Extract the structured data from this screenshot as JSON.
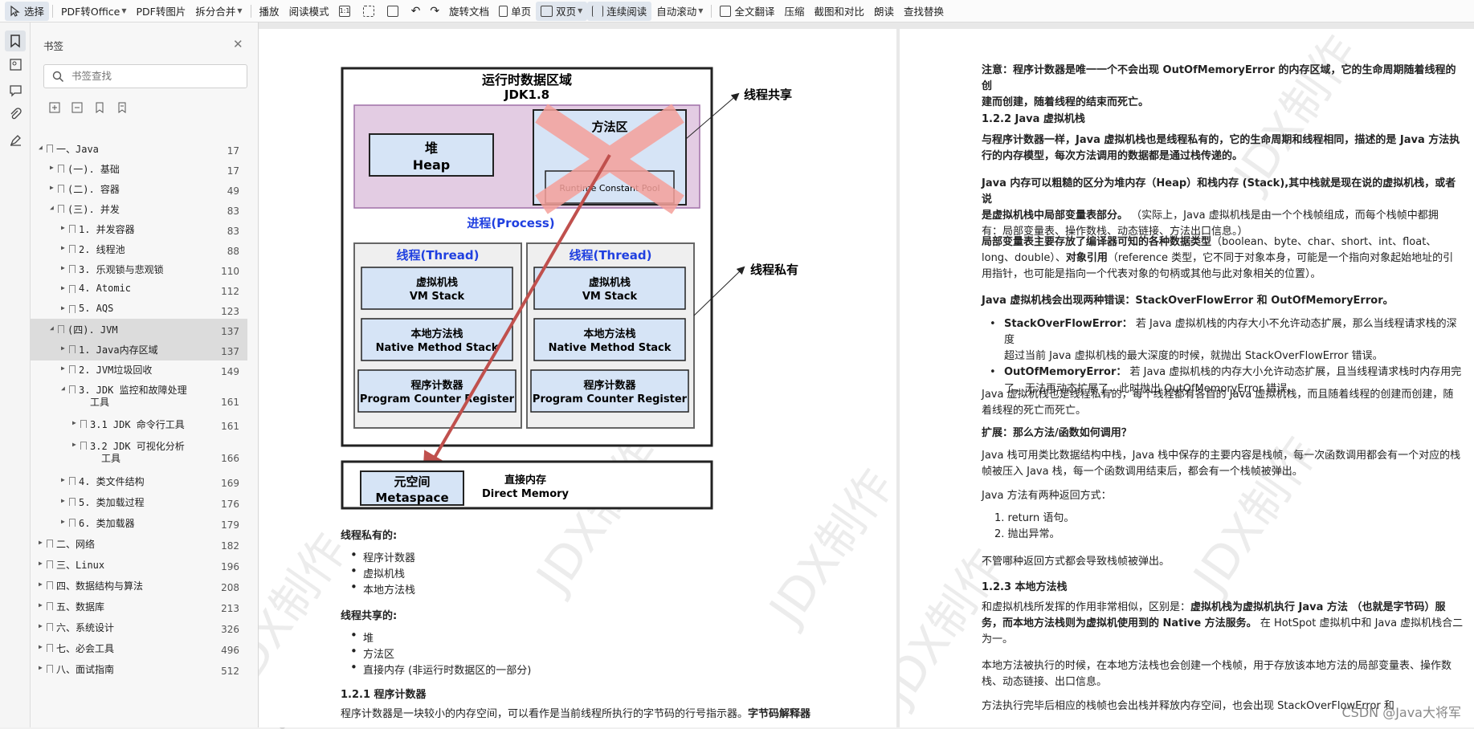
{
  "toolbar": {
    "items": [
      "选择",
      "PDF转Office",
      "PDF转图片",
      "拆分合并",
      "播放",
      "阅读模式",
      "旋转文档",
      "单页",
      "双页",
      "连续阅读",
      "自动滚动",
      "全文翻译",
      "压缩",
      "截图和对比",
      "朗读",
      "查找替换"
    ]
  },
  "panel": {
    "title": "书签",
    "search_placeholder": "书签查找"
  },
  "bookmarks": [
    {
      "label": "一、Java",
      "page": "17"
    },
    {
      "label": "(一). 基础",
      "page": "17"
    },
    {
      "label": "(二). 容器",
      "page": "49"
    },
    {
      "label": "(三). 并发",
      "page": "83"
    },
    {
      "label": "1. 并发容器",
      "page": "83"
    },
    {
      "label": "2. 线程池",
      "page": "88"
    },
    {
      "label": "3. 乐观锁与悲观锁",
      "page": "110"
    },
    {
      "label": "4. Atomic",
      "page": "112"
    },
    {
      "label": "5. AQS",
      "page": "123"
    },
    {
      "label": "(四). JVM",
      "page": "137"
    },
    {
      "label": "1. Java内存区域",
      "page": "137"
    },
    {
      "label": "2. JVM垃圾回收",
      "page": "149"
    },
    {
      "label": "3. JDK 监控和故障处理",
      "label2": "工具",
      "page": "161"
    },
    {
      "label": "3.1 JDK 命令行工具",
      "page": "161"
    },
    {
      "label": "3.2 JDK 可视化分析",
      "label2": "工具",
      "page": "166"
    },
    {
      "label": "4. 类文件结构",
      "page": "169"
    },
    {
      "label": "5. 类加载过程",
      "page": "176"
    },
    {
      "label": "6. 类加载器",
      "page": "179"
    },
    {
      "label": "二、网络",
      "page": "182"
    },
    {
      "label": "三、Linux",
      "page": "196"
    },
    {
      "label": "四、数据结构与算法",
      "page": "208"
    },
    {
      "label": "五、数据库",
      "page": "213"
    },
    {
      "label": "六、系统设计",
      "page": "326"
    },
    {
      "label": "七、必会工具",
      "page": "496"
    },
    {
      "label": "八、面试指南",
      "page": "512"
    }
  ],
  "diagram": {
    "title": "运行时数据区域",
    "subtitle": "JDK1.8",
    "heap_cn": "堆",
    "heap_en": "Heap",
    "method_area": "方法区",
    "rcp": "Runtime Constant Pool",
    "process": "进程(Process)",
    "thread": "线程(Thread)",
    "vm_stack_cn": "虚拟机栈",
    "vm_stack_en": "VM Stack",
    "native_cn": "本地方法栈",
    "native_en": "Native Method Stack",
    "pc_cn": "程序计数器",
    "pc_en": "Program Counter Register",
    "shared": "线程共享",
    "private": "线程私有",
    "meta_cn": "元空间",
    "meta_en": "Metaspace",
    "direct_cn": "直接内存",
    "direct_en": "Direct Memory"
  },
  "left_text": {
    "private_title": "线程私有的:",
    "private_items": [
      "程序计数器",
      "虚拟机栈",
      "本地方法栈"
    ],
    "shared_title": "线程共享的:",
    "shared_items": [
      "堆",
      "方法区",
      "直接内存 (非运行时数据区的一部分)"
    ],
    "h_121": "1.2.1 程序计数器",
    "p_121": "程序计数器是一块较小的内存空间，可以看作是当前线程所执行的字节码的行号指示器。",
    "p_121b": "字节码解释器"
  },
  "right_text": {
    "note1": "注意：程序计数器是唯一一个不会出现 OutOfMemoryError 的内存区域，它的生命周期随着线程的创",
    "note2": "建而创建，随着线程的结束而死亡。",
    "h_122": "1.2.2 Java 虚拟机栈",
    "p1a": "与程序计数器一样，Java 虚拟机栈也是线程私有的，它的生命周期和线程相同，描述的是 Java 方法执",
    "p1b": "行的内存模型，每次方法调用的数据都是通过栈传递的。",
    "p2a": "Java 内存可以粗糙的区分为堆内存（Heap）和栈内存 (Stack),其中栈就是现在说的虚拟机栈，或者说",
    "p2b": "是虚拟机栈中局部变量表部分。",
    "p2c": "（实际上，Java 虚拟机栈是由一个个栈帧组成，而每个栈帧中都拥",
    "p2d": "有：局部变量表、操作数栈、动态链接、方法出口信息。）",
    "p3a": "局部变量表主要存放了编译器可知的各种数据类型",
    "p3b": "（boolean、byte、char、short、int、float、",
    "p3c": "long、double）、",
    "p3d": "对象引用",
    "p3e": "（reference 类型，它不同于对象本身，可能是一个指向对象起始地址的引",
    "p3f": "用指针，也可能是指向一个代表对象的句柄或其他与此对象相关的位置）。",
    "p4": "Java 虚拟机栈会出现两种错误：StackOverFlowError 和 OutOfMemoryError。",
    "li1a": "StackOverFlowError：",
    "li1b": "若 Java 虚拟机栈的内存大小不允许动态扩展，那么当线程请求栈的深度",
    "li1c": "超过当前 Java 虚拟机栈的最大深度的时候，就抛出 StackOverFlowError 错误。",
    "li2a": "OutOfMemoryError：",
    "li2b": "若 Java 虚拟机栈的内存大小允许动态扩展，且当线程请求栈时内存用完",
    "li2c": "了，无法再动态扩展了，此时抛出 OutOfMemoryError 错误。",
    "p5a": "Java 虚拟机栈也是线程私有的，每个线程都有各自的 Java 虚拟机栈，而且随着线程的创建而创建，随",
    "p5b": "着线程的死亡而死亡。",
    "p6": "扩展：那么方法/函数如何调用？",
    "p7a": "Java 栈可用类比数据结构中栈，Java 栈中保存的主要内容是栈帧，每一次函数调用都会有一个对应的栈",
    "p7b": "帧被压入 Java 栈，每一个函数调用结束后，都会有一个栈帧被弹出。",
    "p8": "Java 方法有两种返回方式：",
    "ol1": "1. return 语句。",
    "ol2": "2. 抛出异常。",
    "p9": "不管哪种返回方式都会导致栈帧被弹出。",
    "h_123": "1.2.3 本地方法栈",
    "p10a": "和虚拟机栈所发挥的作用非常相似，区别是：",
    "p10b": "虚拟机栈为虚拟机执行 Java 方法 （也就是字节码）服",
    "p10c": "务，而本地方法栈则为虚拟机使用到的 Native 方法服务。",
    "p10d": "在 HotSpot 虚拟机中和 Java 虚拟机栈合二",
    "p10e": "为一。",
    "p11a": "本地方法被执行的时候，在本地方法栈也会创建一个栈帧，用于存放该本地方法的局部变量表、操作数",
    "p11b": "栈、动态链接、出口信息。",
    "p12": "方法执行完毕后相应的栈帧也会出栈并释放内存空间，也会出现 StackOverFlowError 和"
  },
  "watermark": "JDX制作",
  "credit": "CSDN @Java大将军"
}
